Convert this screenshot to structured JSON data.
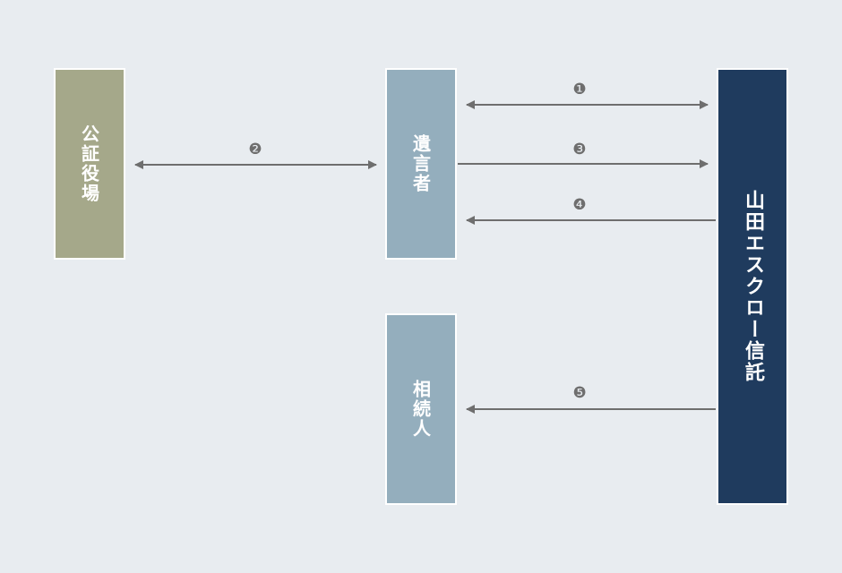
{
  "colors": {
    "background": "#e8ecf0",
    "notary": "#a5a88a",
    "testator": "#94aebd",
    "heir": "#94aebd",
    "trust": "#1f3b5e",
    "arrow": "#6e6e6e",
    "border": "#ffffff"
  },
  "entities": {
    "notary": "公証役場",
    "testator": "遺言者",
    "heir": "相続人",
    "trust": "山田エスクロー信託"
  },
  "steps": {
    "s1": "❶",
    "s2": "❷",
    "s3": "❸",
    "s4": "❹",
    "s5": "❺"
  },
  "flows": [
    {
      "step": "❶",
      "from": "testator",
      "to": "trust",
      "direction": "both"
    },
    {
      "step": "❷",
      "from": "notary",
      "to": "testator",
      "direction": "both"
    },
    {
      "step": "❸",
      "from": "testator",
      "to": "trust",
      "direction": "forward"
    },
    {
      "step": "❹",
      "from": "trust",
      "to": "testator",
      "direction": "forward"
    },
    {
      "step": "❺",
      "from": "trust",
      "to": "heir",
      "direction": "forward"
    }
  ]
}
